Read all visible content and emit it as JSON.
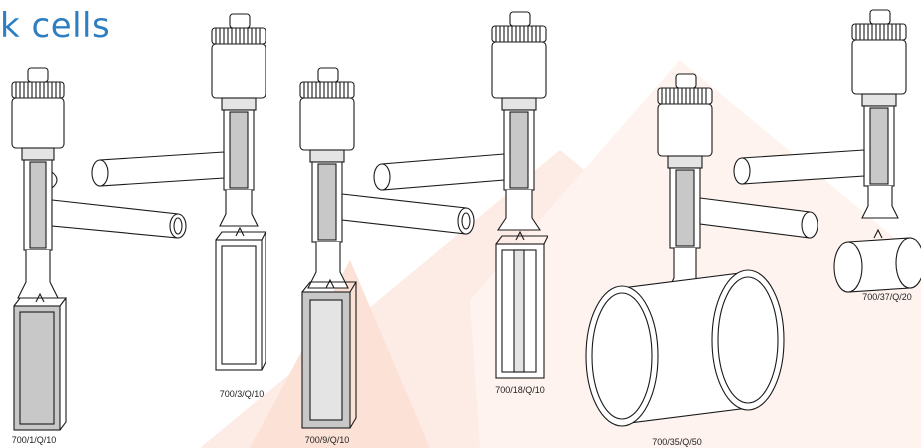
{
  "page": {
    "title": "k cells",
    "accent_color": "#2e7fc2",
    "watermark_color": "#fbe4dc"
  },
  "cells": [
    {
      "id": "a",
      "caption": "700/1/Q/10",
      "side_arm": "right",
      "cuvette": "square-shaded"
    },
    {
      "id": "b",
      "caption": "700/3/Q/10",
      "side_arm": "left",
      "cuvette": "square-clear"
    },
    {
      "id": "c",
      "caption": "700/9/Q/10",
      "side_arm": "right",
      "cuvette": "square-shaded"
    },
    {
      "id": "d",
      "caption": "700/18/Q/10",
      "side_arm": "left",
      "cuvette": "square-clear"
    },
    {
      "id": "e",
      "caption": "700/35/Q/50",
      "side_arm": "right",
      "cuvette": "cylindrical-large"
    },
    {
      "id": "f",
      "caption": "700/37/Q/20",
      "side_arm": "left",
      "cuvette": "cylindrical-small"
    }
  ]
}
